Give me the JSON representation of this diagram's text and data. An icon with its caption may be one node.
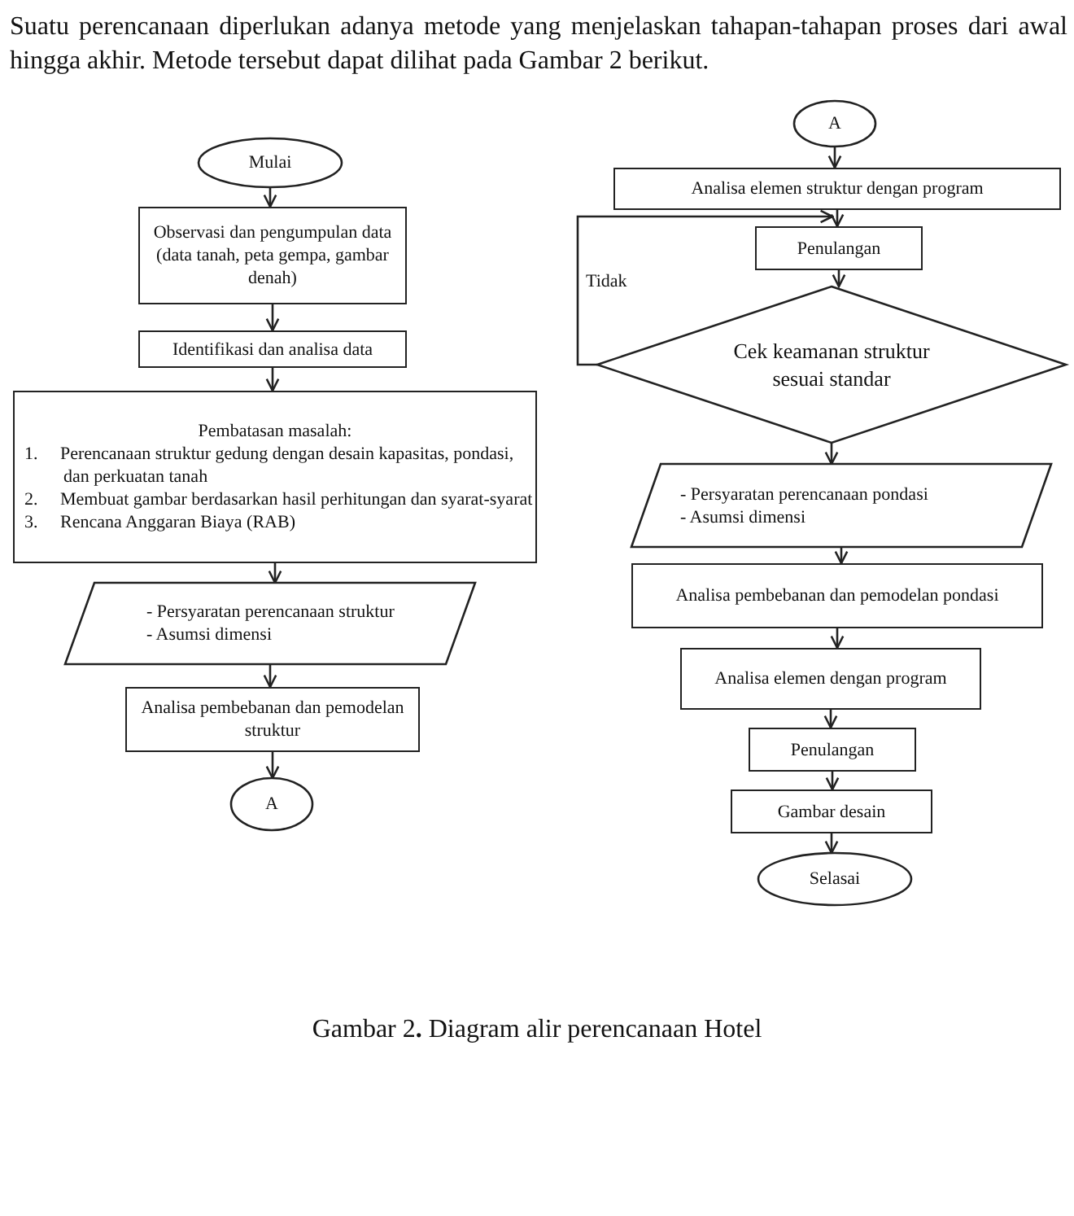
{
  "diagram": {
    "caption": "Gambar 2**.** Diagram alir perencanaan Hotel",
    "nodes": [
      {
        "text": [
          "Mulai"
        ]
      },
      {
        "text": [
          "Observasi dan pengumpulan data (data tanah, peta gempa, gambar denah)"
        ]
      },
      {
        "text": [
          "Identifikasi dan analisa data"
        ]
      },
      {
        "text": [
          "Pembatasan masalah:",
          "1. Perencanaan struktur gedung dengan desain kapasitas, pondasi, dan perkuatan tanah",
          "2. Membuat gambar berdasarkan hasil perhitungan dan syarat-syarat",
          "3. Rencana Anggaran Biaya (RAB)"
        ]
      },
      {
        "text": [
          "- Persyaratan perencanaan struktur",
          "- Asumsi dimensi"
        ]
      },
      {
        "text": [
          "Analisa pembebanan dan pemodelan struktur"
        ]
      },
      {
        "text": [
          "A"
        ]
      },
      {
        "text": [
          "A"
        ]
      },
      {
        "text": [
          "Analisa elemen struktur dengan program"
        ]
      },
      {
        "text": [
          "Penulangan"
        ]
      },
      {
        "text": [
          "Cek keamanan struktur sesuai standar"
        ]
      },
      {
        "text": [
          "- Persyaratan perencanaan pondasi",
          "- Asumsi dimensi"
        ]
      },
      {
        "text": [
          "Analisa pembebanan dan pemodelan pondasi"
        ]
      },
      {
        "text": [
          "Analisa elemen dengan program"
        ]
      },
      {
        "text": [
          "Penulangan"
        ]
      },
      {
        "text": [
          "Gambar desain"
        ]
      },
      {
        "text": [
          "Selasai"
        ]
      }
    ],
    "edges": [
      {
        "from": 0,
        "to": 1,
        "arrow": "to"
      },
      {
        "from": 1,
        "to": 2,
        "arrow": "to"
      },
      {
        "from": 2,
        "to": 3,
        "arrow": "to"
      },
      {
        "from": 3,
        "to": 4,
        "arrow": "to"
      },
      {
        "from": 4,
        "to": 5,
        "arrow": "to"
      },
      {
        "from": 5,
        "to": 6,
        "arrow": "to"
      },
      {
        "from": 7,
        "to": 8,
        "arrow": "to"
      },
      {
        "from": 8,
        "to": 9,
        "arrow": "to"
      },
      {
        "from": 9,
        "to": 10,
        "arrow": "to"
      },
      {
        "from": 10,
        "to": 9,
        "arrow": "to",
        "label": "Tidak"
      },
      {
        "from": 10,
        "to": 11,
        "arrow": "to"
      },
      {
        "from": 11,
        "to": 12,
        "arrow": "to"
      },
      {
        "from": 12,
        "to": 13,
        "arrow": "to"
      },
      {
        "from": 13,
        "to": 14,
        "arrow": "to"
      },
      {
        "from": 14,
        "to": 15,
        "arrow": "to"
      },
      {
        "from": 15,
        "to": 16,
        "arrow": "to"
      }
    ],
    "labels": [
      "Suatu perencanaan diperlukan adanya metode yang menjelaskan tahapan-tahapan proses dari awal hingga akhir. Metode tersebut dapat dilihat pada Gambar 2 berikut."
    ]
  }
}
